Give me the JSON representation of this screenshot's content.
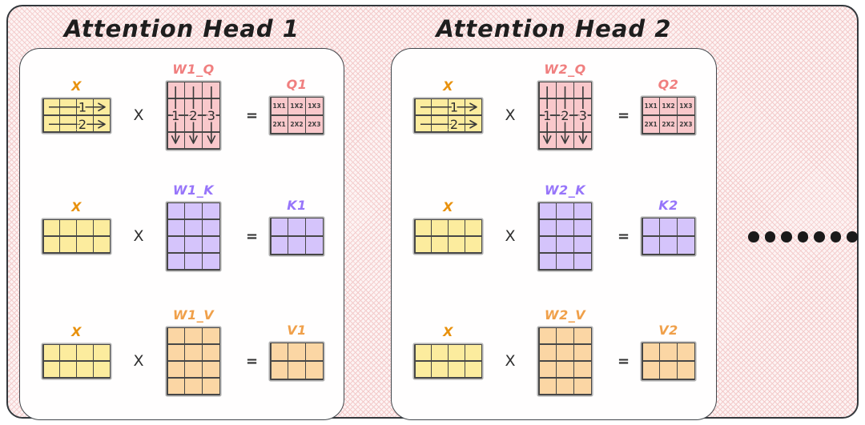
{
  "colors": {
    "yellow": {
      "fill": "#fcec9e",
      "label": "#e8910d"
    },
    "pink": {
      "fill": "#f9c8cb",
      "label": "#f07f7f"
    },
    "violet": {
      "fill": "#d5c4fb",
      "label": "#9775fa"
    },
    "orange": {
      "fill": "#fbd6a4",
      "label": "#f0a04a"
    },
    "stroke": "#474747",
    "title": "#1e1e1e",
    "operator": "#2f2f2f",
    "dot": "#1a1a1a",
    "panel_border": "#41464b",
    "outer_border": "#33383c",
    "hatch": "#f3cbcb"
  },
  "heads": [
    {
      "title": "Attention Head 1",
      "rows": [
        {
          "x": {
            "label": "X",
            "rows": 2,
            "cols": 4,
            "color": "yellow",
            "arrows": "rows",
            "numbers": [
              "1",
              "2"
            ]
          },
          "op": "X",
          "w": {
            "label": "W1_Q",
            "rows": 4,
            "cols": 3,
            "color": "pink",
            "arrows": "cols",
            "numbers": [
              "1",
              "2",
              "3"
            ]
          },
          "eq": "=",
          "result": {
            "label": "Q1",
            "rows": 2,
            "cols": 3,
            "color": "pink",
            "cells": [
              [
                "1X1",
                "1X2",
                "1X3"
              ],
              [
                "2X1",
                "2X2",
                "2X3"
              ]
            ]
          }
        },
        {
          "x": {
            "label": "X",
            "rows": 2,
            "cols": 4,
            "color": "yellow"
          },
          "op": "X",
          "w": {
            "label": "W1_K",
            "rows": 4,
            "cols": 3,
            "color": "violet"
          },
          "eq": "=",
          "result": {
            "label": "K1",
            "rows": 2,
            "cols": 3,
            "color": "violet"
          }
        },
        {
          "x": {
            "label": "X",
            "rows": 2,
            "cols": 4,
            "color": "yellow"
          },
          "op": "X",
          "w": {
            "label": "W1_V",
            "rows": 4,
            "cols": 3,
            "color": "orange"
          },
          "eq": "=",
          "result": {
            "label": "V1",
            "rows": 2,
            "cols": 3,
            "color": "orange"
          }
        }
      ]
    },
    {
      "title": "Attention Head 2",
      "rows": [
        {
          "x": {
            "label": "X",
            "rows": 2,
            "cols": 4,
            "color": "yellow",
            "arrows": "rows",
            "numbers": [
              "1",
              "2"
            ]
          },
          "op": "X",
          "w": {
            "label": "W2_Q",
            "rows": 4,
            "cols": 3,
            "color": "pink",
            "arrows": "cols",
            "numbers": [
              "1",
              "2",
              "3"
            ]
          },
          "eq": "=",
          "result": {
            "label": "Q2",
            "rows": 2,
            "cols": 3,
            "color": "pink",
            "cells": [
              [
                "1X1",
                "1X2",
                "1X3"
              ],
              [
                "2X1",
                "2X2",
                "2X3"
              ]
            ]
          }
        },
        {
          "x": {
            "label": "X",
            "rows": 2,
            "cols": 4,
            "color": "yellow"
          },
          "op": "X",
          "w": {
            "label": "W2_K",
            "rows": 4,
            "cols": 3,
            "color": "violet"
          },
          "eq": "=",
          "result": {
            "label": "K2",
            "rows": 2,
            "cols": 3,
            "color": "violet"
          }
        },
        {
          "x": {
            "label": "X",
            "rows": 2,
            "cols": 4,
            "color": "yellow"
          },
          "op": "X",
          "w": {
            "label": "W2_V",
            "rows": 4,
            "cols": 3,
            "color": "orange"
          },
          "eq": "=",
          "result": {
            "label": "V2",
            "rows": 2,
            "cols": 3,
            "color": "orange"
          }
        }
      ]
    }
  ],
  "ellipsis": {
    "count": 7
  }
}
